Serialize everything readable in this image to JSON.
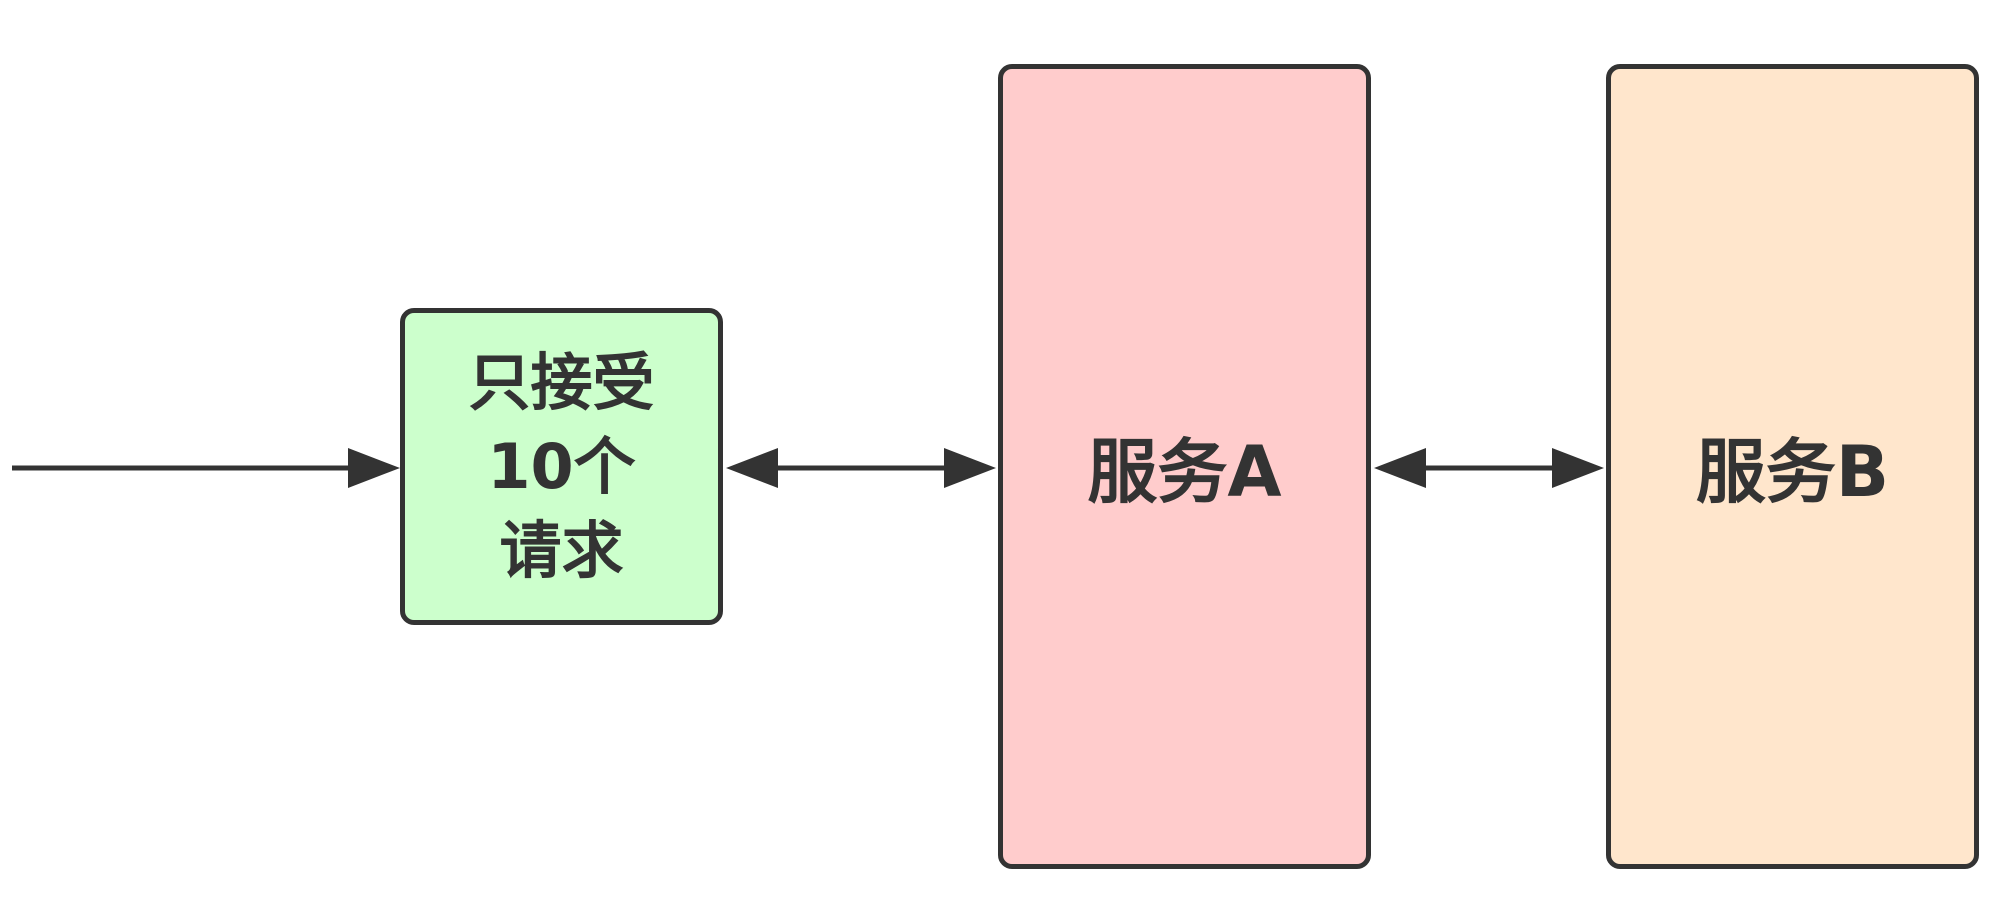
{
  "diagram": {
    "limiter": {
      "label": "只接受\n10个\n请求",
      "fill": "#ccffcc"
    },
    "service_a": {
      "label": "服务A",
      "fill": "#ffcccc"
    },
    "service_b": {
      "label": "服务B",
      "fill": "#ffe6cc"
    },
    "stroke": "#333333"
  }
}
